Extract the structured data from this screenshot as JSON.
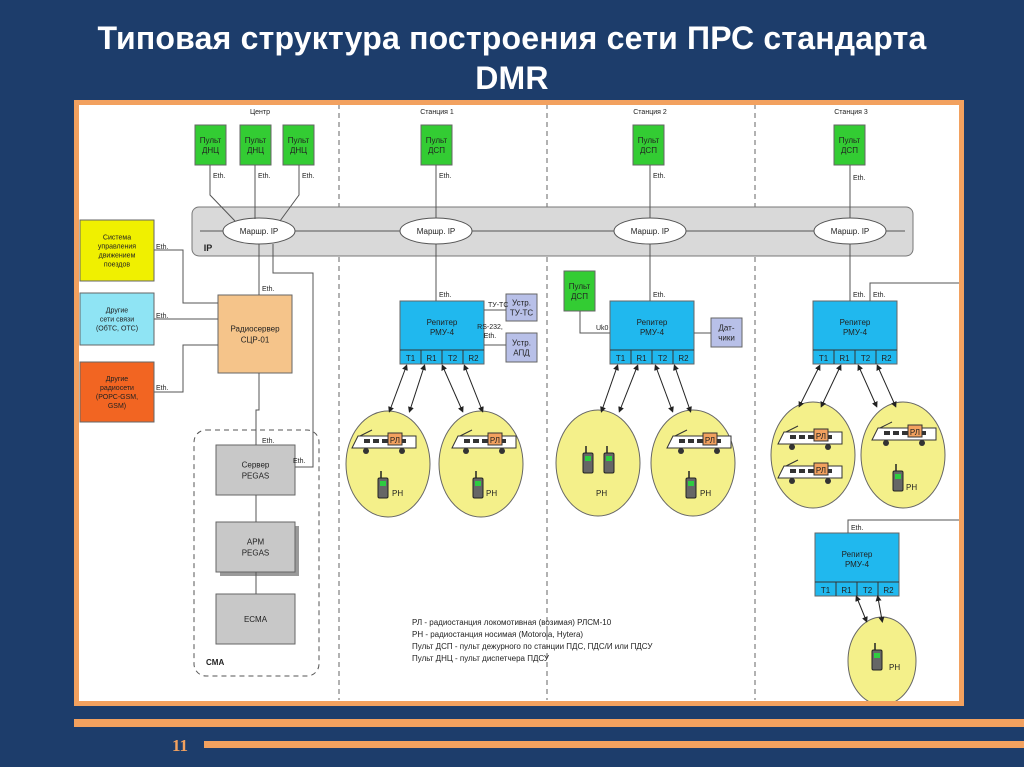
{
  "slide": {
    "title_line1": "Типовая структура построения сети ПРС стандарта",
    "title_line2": "DMR",
    "page_number": "11"
  },
  "sections": {
    "center": "Центр",
    "station1": "Станция 1",
    "station2": "Станция 2",
    "station3": "Станция 3"
  },
  "ip_label": "IP",
  "router_label": "Маршр. IP",
  "eth": "Eth.",
  "console_dnc": [
    "Пульт",
    "ДНЦ"
  ],
  "console_dsp": [
    "Пульт",
    "ДСП"
  ],
  "external": {
    "control": [
      "Система",
      "управления",
      "движением",
      "поездов"
    ],
    "comm": [
      "Другие",
      "сети связи",
      "(ОбТС, ОТС)"
    ],
    "radio": [
      "Другие",
      "радиосети",
      "(РОРС-GSM,",
      "GSM)"
    ]
  },
  "radioserver": [
    "Радиосервер",
    "СЦР-01"
  ],
  "cma": {
    "server": [
      "Сервер",
      "PEGAS"
    ],
    "arm": [
      "АРМ",
      "PEGAS"
    ],
    "ecma": "ECMA",
    "label": "CMA"
  },
  "repeater": {
    "title": [
      "Репитер",
      "РМУ-4"
    ],
    "ports": [
      "T1",
      "R1",
      "T2",
      "R2"
    ]
  },
  "station1_devices": {
    "tu_ts_label": "ТУ-ТС",
    "tu_ts_box": [
      "Устр.",
      "ТУ-ТС"
    ],
    "rs232_label": [
      "RS-232,",
      "Eth."
    ],
    "apd_box": [
      "Устр.",
      "АПД"
    ]
  },
  "station2_devices": {
    "uk0": "Uk0",
    "sensors": [
      "Дат-",
      "чики"
    ]
  },
  "device_labels": {
    "rl": "РЛ",
    "rn": "РН"
  },
  "legend": [
    "РЛ - радиостанция локомотивная (возимая) РЛСМ-10",
    "РН - радиостанция носимая (Motorola, Hytera)",
    "Пульт ДСП - пульт дежурного по станции ПДС, ПДС/И или ПДСУ",
    "Пульт ДНЦ - пульт диспетчера ПДСУ"
  ],
  "colors": {
    "background": "#1d3d6b",
    "accent": "#f2a15f",
    "console_green": "#33cc33",
    "repeater_blue": "#20b8ee",
    "radioserver_orange": "#f5c48a",
    "control_yellow": "#f0f000",
    "comm_cyan": "#8fe4f4",
    "radio_orange": "#f26522",
    "circle_yellow": "#f4f08a",
    "device_lilac": "#b8c0e8"
  }
}
